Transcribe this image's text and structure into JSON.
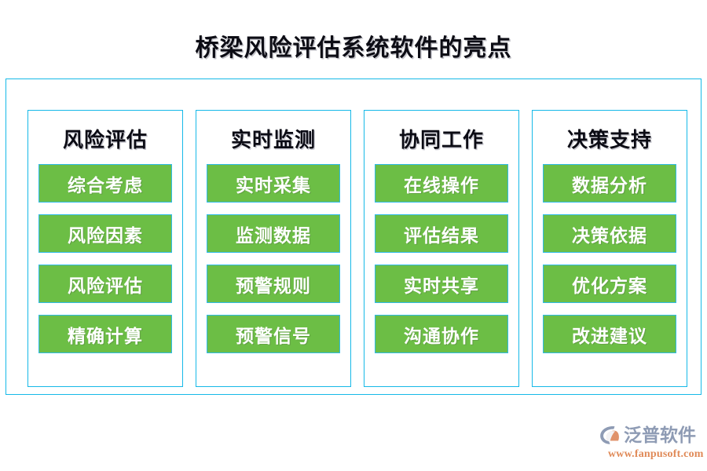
{
  "page": {
    "title": "桥梁风险评估系统软件的亮点",
    "background_color": "#ffffff"
  },
  "theme": {
    "frame_border_color": "#16b9e8",
    "item_fill_color": "#6cbe45",
    "item_border_color": "#2fbbe8",
    "item_text_color": "#ffffff",
    "header_text_color": "#0b0b14"
  },
  "diagram": {
    "columns": [
      {
        "header": "风险评估",
        "items": [
          {
            "label": "综合考虑"
          },
          {
            "label": "风险因素"
          },
          {
            "label": "风险评估"
          },
          {
            "label": "精确计算"
          }
        ]
      },
      {
        "header": "实时监测",
        "items": [
          {
            "label": "实时采集"
          },
          {
            "label": "监测数据"
          },
          {
            "label": "预警规则"
          },
          {
            "label": "预警信号"
          }
        ]
      },
      {
        "header": "协同工作",
        "items": [
          {
            "label": "在线操作"
          },
          {
            "label": "评估结果"
          },
          {
            "label": "实时共享"
          },
          {
            "label": "沟通协作"
          }
        ]
      },
      {
        "header": "决策支持",
        "items": [
          {
            "label": "数据分析"
          },
          {
            "label": "决策依据"
          },
          {
            "label": "优化方案"
          },
          {
            "label": "改进建议"
          }
        ]
      }
    ]
  },
  "logo": {
    "icon": "fanpu-swoosh-logo-icon",
    "wordmark": "泛普软件",
    "url": "www.fanpusoft.com",
    "wordmark_color": "#8e9bb4",
    "url_color": "#e08a58",
    "mark_primary_color": "#8e9bb4",
    "mark_accent_color": "#e0926a"
  }
}
